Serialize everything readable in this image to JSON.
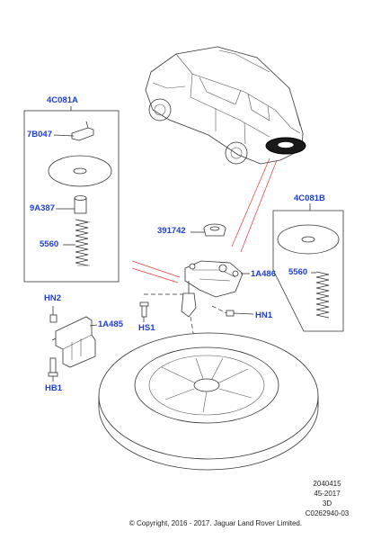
{
  "labels": {
    "kit_a": "4C081A",
    "kit_b": "4C081B",
    "bracket_a": "7B047",
    "spacer": "9A387",
    "spring_a": "5560",
    "spring_b": "5560",
    "cap": "391742",
    "carrier": "1A486",
    "bracket": "1A485",
    "hn2": "HN2",
    "hn1": "HN1",
    "hs1": "HS1",
    "hb1": "HB1"
  },
  "footer": {
    "code": "2040415",
    "date": "45-2017",
    "view": "3D",
    "ref": "C0262940-03",
    "copyright": "© Copyright, 2016 - 2017. Jaguar Land Rover Limited."
  },
  "colors": {
    "label": "#1f3fd0",
    "leader_red": "#e23a3a",
    "line": "#333333"
  }
}
